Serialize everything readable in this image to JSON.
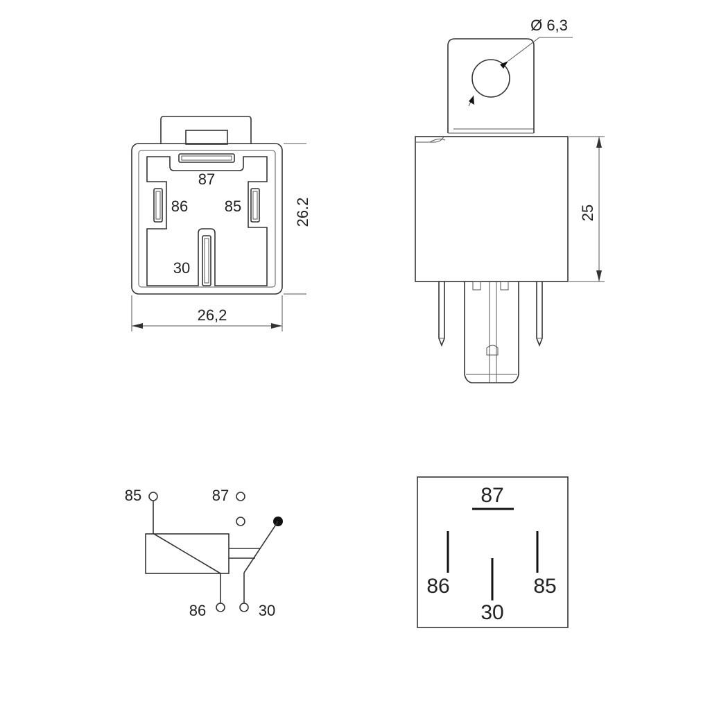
{
  "front_view": {
    "pins": {
      "p87": "87",
      "p86": "86",
      "p85": "85",
      "p30": "30"
    },
    "dim_width": "26,2",
    "dim_height": "26.2"
  },
  "side_view": {
    "dim_hole": "Ø 6,3",
    "dim_height": "25"
  },
  "schematic": {
    "pins": {
      "p85": "85",
      "p87": "87",
      "p86": "86",
      "p30": "30"
    }
  },
  "pin_layout": {
    "pins": {
      "p87": "87",
      "p86": "86",
      "p30": "30",
      "p85": "85"
    }
  },
  "colors": {
    "line": "#333333",
    "text": "#222222",
    "background": "#ffffff"
  }
}
